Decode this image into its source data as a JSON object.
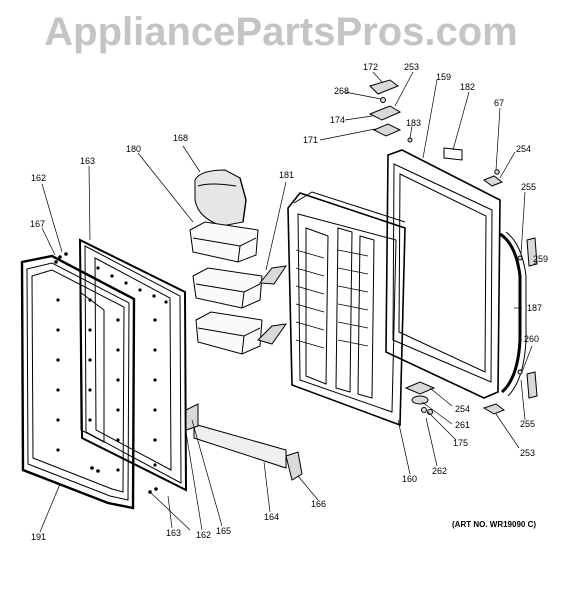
{
  "watermark": "AppliancePartsPros.com",
  "art_number": "(ART NO. WR19090 C)",
  "part_labels": {
    "l172": "172",
    "l253a": "253",
    "l159": "159",
    "l268": "268",
    "l182": "182",
    "l67": "67",
    "l174": "174",
    "l183": "183",
    "l171": "171",
    "l168": "168",
    "l254a": "254",
    "l180": "180",
    "l163a": "163",
    "l162a": "162",
    "l181": "181",
    "l255a": "255",
    "l167": "167",
    "l259": "259",
    "l187": "187",
    "l260": "260",
    "l254b": "254",
    "l261": "261",
    "l255b": "255",
    "l175": "175",
    "l253b": "253",
    "l262": "262",
    "l160": "160",
    "l166": "166",
    "l164": "164",
    "l191": "191",
    "l163b": "163",
    "l162b": "162",
    "l165": "165"
  }
}
